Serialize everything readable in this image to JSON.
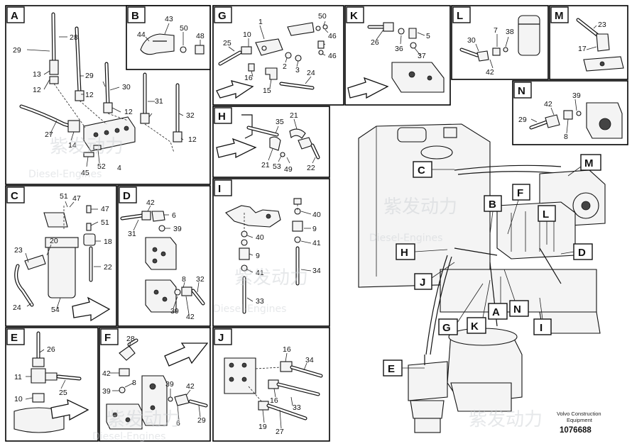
{
  "panels": {
    "A": {
      "letter": "A",
      "parts": [
        "28",
        "29",
        "13",
        "12",
        "27",
        "14",
        "45",
        "52",
        "4",
        "29",
        "30",
        "12",
        "31",
        "12",
        "32",
        "12"
      ]
    },
    "B": {
      "letter": "B",
      "parts": [
        "43",
        "44",
        "50",
        "48"
      ]
    },
    "C": {
      "letter": "C",
      "parts": [
        "51",
        "47",
        "47",
        "51",
        "23",
        "20",
        "18",
        "22",
        "24",
        "54"
      ]
    },
    "D": {
      "letter": "D",
      "parts": [
        "42",
        "6",
        "31",
        "39",
        "8",
        "32",
        "39",
        "42"
      ]
    },
    "E": {
      "letter": "E",
      "parts": [
        "26",
        "11",
        "25",
        "10"
      ]
    },
    "F": {
      "letter": "F",
      "parts": [
        "28",
        "42",
        "8",
        "39",
        "39",
        "42",
        "6",
        "29"
      ]
    },
    "G": {
      "letter": "G",
      "parts": [
        "50",
        "46",
        "1",
        "10",
        "25",
        "2",
        "3",
        "46",
        "16",
        "15",
        "24"
      ]
    },
    "H": {
      "letter": "H",
      "parts": [
        "35",
        "21",
        "21",
        "53",
        "49",
        "22"
      ]
    },
    "I": {
      "letter": "I",
      "parts": [
        "40",
        "9",
        "41",
        "34",
        "40",
        "9",
        "41",
        "33"
      ]
    },
    "J": {
      "letter": "J",
      "parts": [
        "16",
        "34",
        "16",
        "33",
        "19",
        "27"
      ]
    },
    "K": {
      "letter": "K",
      "parts": [
        "26",
        "5",
        "36",
        "37"
      ]
    },
    "L": {
      "letter": "L",
      "parts": [
        "30",
        "7",
        "38",
        "42"
      ]
    },
    "M": {
      "letter": "M",
      "parts": [
        "23",
        "17"
      ]
    },
    "N": {
      "letter": "N",
      "parts": [
        "39",
        "42",
        "29",
        "8"
      ]
    }
  },
  "overview": {
    "callouts": [
      "C",
      "M",
      "F",
      "B",
      "L",
      "D",
      "H",
      "J",
      "G",
      "K",
      "A",
      "N",
      "I",
      "E"
    ]
  },
  "watermark": {
    "brand_cn": "紫发动力",
    "brand_en": "Diesel-Engines"
  },
  "footer": {
    "line1": "Volvo Construction",
    "line2": "Equipment",
    "number": "1076688"
  }
}
